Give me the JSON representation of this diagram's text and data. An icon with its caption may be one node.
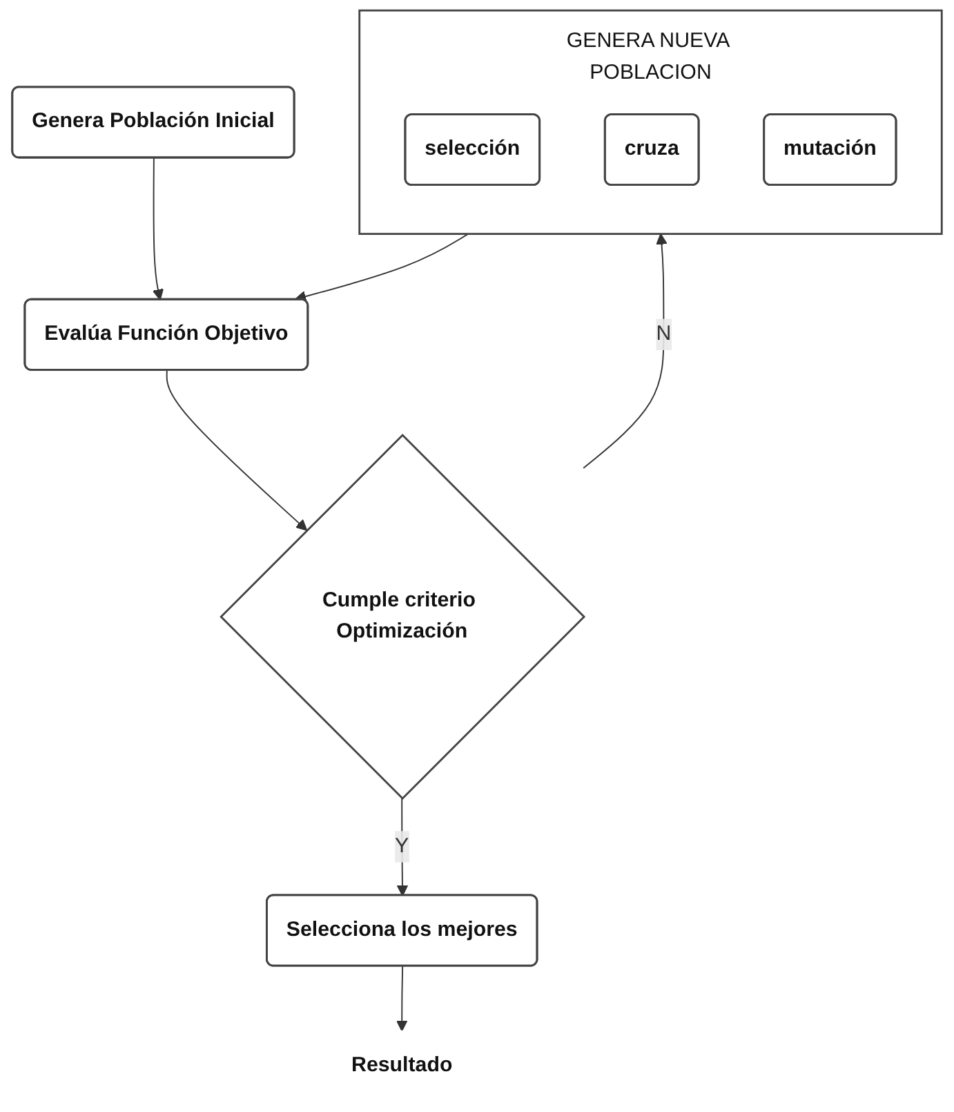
{
  "diagram": {
    "nodes": [
      {
        "text": [
          "Genera Población Inicial"
        ]
      },
      {
        "text": [
          "GENERA NUEVA POBLACION"
        ]
      },
      {
        "text": [
          "selección"
        ],
        "in": 1
      },
      {
        "text": [
          "cruza"
        ],
        "in": 1
      },
      {
        "text": [
          "mutación"
        ],
        "in": 1
      },
      {
        "text": [
          "Evalúa Función Objetivo"
        ]
      },
      {
        "text": [
          "Cumple criterio Optimización"
        ]
      },
      {
        "text": [
          "Selecciona los mejores"
        ]
      },
      {
        "text": [
          "Resultado"
        ]
      }
    ],
    "edges": [
      {
        "from": 0,
        "to": 5,
        "arrow": "to"
      },
      {
        "from": 1,
        "to": 5,
        "arrow": "to"
      },
      {
        "from": 5,
        "to": 6,
        "arrow": "to"
      },
      {
        "from": 6,
        "to": 1,
        "arrow": "to",
        "label": "N"
      },
      {
        "from": 6,
        "to": 7,
        "arrow": "to",
        "label": "Y"
      },
      {
        "from": 7,
        "to": 8,
        "arrow": "to"
      }
    ]
  }
}
